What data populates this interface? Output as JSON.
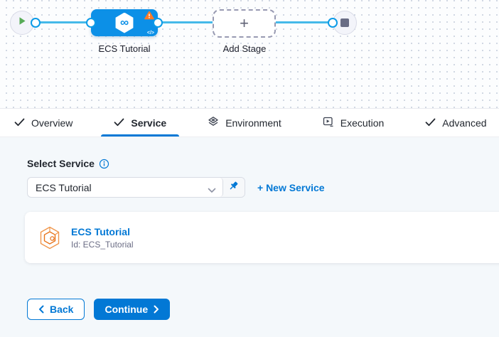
{
  "colors": {
    "accent_blue": "#0278d5",
    "stage_node_blue": "#0c90e7",
    "connector_blue": "#45b9e9",
    "warning_orange": "#ff7b26",
    "play_green": "#57ab57",
    "ecs_icon_orange": "#ed7615",
    "content_background": "#f4f8fb"
  },
  "pipeline_canvas": {
    "stage": {
      "label": "ECS Tutorial",
      "code_badge": "</>"
    },
    "add_stage": {
      "label": "Add Stage",
      "plus_glyph": "+"
    }
  },
  "tabs": [
    {
      "label": "Overview",
      "icon": "check",
      "active": false
    },
    {
      "label": "Service",
      "icon": "check",
      "active": true
    },
    {
      "label": "Environment",
      "icon": "layers",
      "active": false
    },
    {
      "label": "Execution",
      "icon": "execution",
      "active": false
    },
    {
      "label": "Advanced",
      "icon": "check",
      "active": false
    }
  ],
  "service_form": {
    "label": "Select Service",
    "selected_value": "ECS Tutorial",
    "new_service_label": "+ New Service",
    "card": {
      "title": "ECS Tutorial",
      "id_line": "Id: ECS_Tutorial"
    }
  },
  "footer": {
    "back_label": "Back",
    "continue_label": "Continue"
  }
}
